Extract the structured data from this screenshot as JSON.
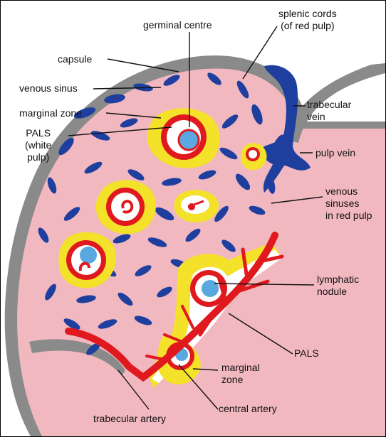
{
  "labels": {
    "germinal_centre": "germinal centre",
    "splenic_cords": [
      "splenic cords",
      "(of red pulp)"
    ],
    "capsule": "capsule",
    "venous_sinus": "venous sinus",
    "marginal_zone_top": "marginal zone",
    "pals_white_pulp": [
      "PALS",
      "(white",
      "pulp)"
    ],
    "trabecular_vein": [
      "trabecular",
      "vein"
    ],
    "pulp_vein": "pulp vein",
    "venous_sinuses_red_pulp": [
      "venous",
      "sinuses",
      "in red pulp"
    ],
    "lymphatic_nodule": [
      "lymphatic",
      "nodule"
    ],
    "pals_bottom": "PALS",
    "marginal_zone_bottom": [
      "marginal",
      "zone"
    ],
    "central_artery": "central artery",
    "trabecular_artery": "trabecular artery"
  },
  "colors": {
    "red_pulp": "#f2b8c0",
    "capsule": "#8a8a8a",
    "venous_sinus": "#1f3f9f",
    "marginal_zone": "#f4e12a",
    "artery": "#e0191f",
    "germinal_centre": "#5aa8e0",
    "pals": "#ffffff",
    "ink": "#111111"
  }
}
